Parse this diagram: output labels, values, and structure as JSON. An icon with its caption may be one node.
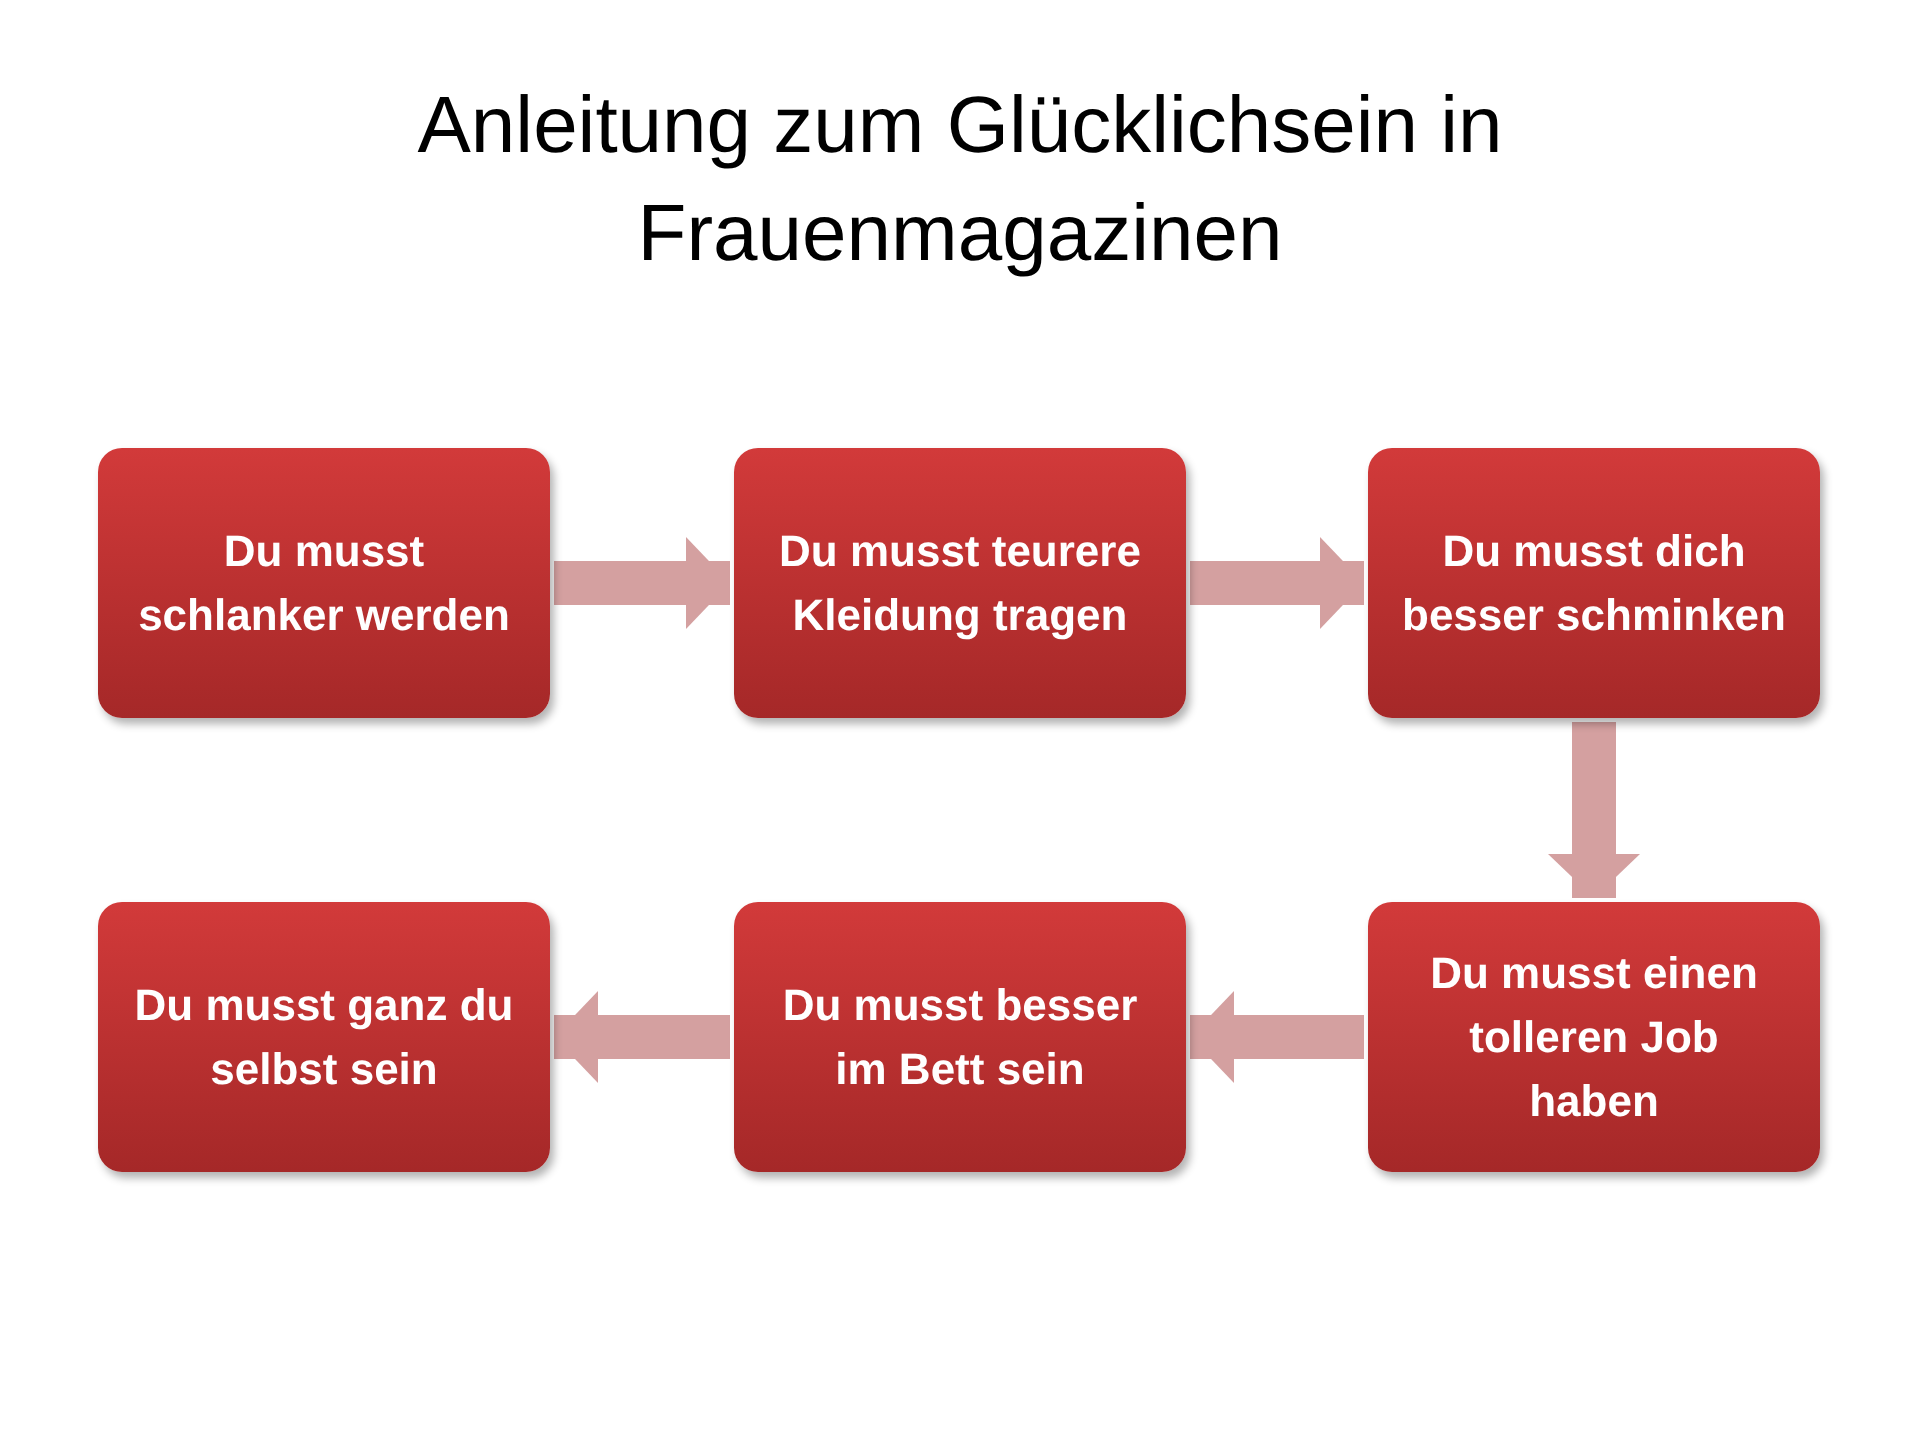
{
  "diagram": {
    "title": "Anleitung zum Glücklichsein in Frauenmagazinen",
    "nodes": [
      {
        "text": [
          "Du musst schlanker werden"
        ]
      },
      {
        "text": [
          "Du musst teurere Kleidung tragen"
        ]
      },
      {
        "text": [
          "Du musst dich besser schminken"
        ]
      },
      {
        "text": [
          "Du musst einen tolleren Job haben"
        ]
      },
      {
        "text": [
          "Du musst besser im Bett sein"
        ]
      },
      {
        "text": [
          "Du musst ganz du selbst sein"
        ]
      }
    ],
    "edges": [
      {
        "from": 0,
        "to": 1,
        "arrow": "to"
      },
      {
        "from": 1,
        "to": 2,
        "arrow": "to"
      },
      {
        "from": 2,
        "to": 3,
        "arrow": "to"
      },
      {
        "from": 3,
        "to": 4,
        "arrow": "to"
      },
      {
        "from": 4,
        "to": 5,
        "arrow": "to"
      }
    ]
  }
}
